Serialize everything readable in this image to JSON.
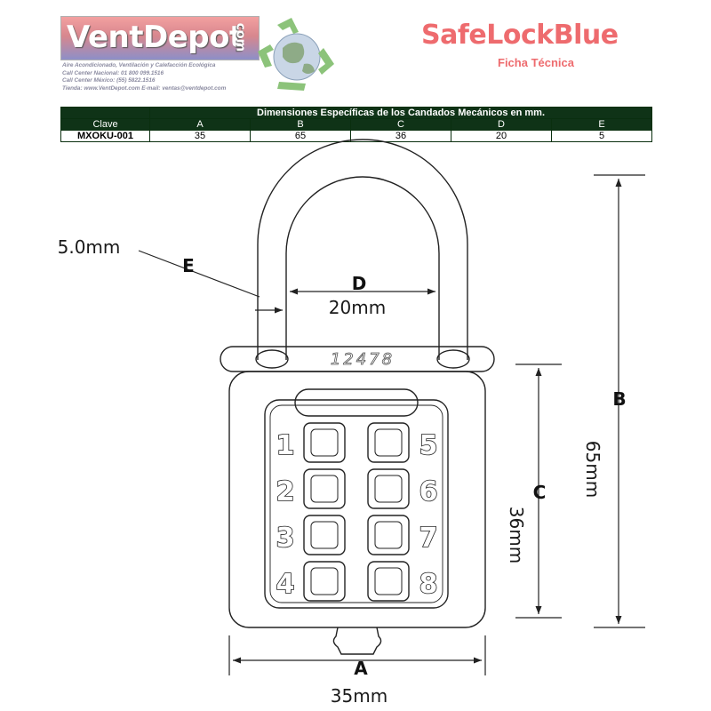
{
  "header": {
    "logo_text": "VentDepot",
    "logo_suffix": "com",
    "logo_lines": [
      "Aire Acondicionado, Ventilación y Calefacción Ecológica",
      "Call Center Nacional: 01 800 099.1516",
      "Call Center México: (55) 5822.1516",
      "Tienda: www.VentDepot.com   E-mail: ventas@ventdepot.com"
    ],
    "title": "SafeLockBlue",
    "subtitle": "Ficha Técnica"
  },
  "table": {
    "caption": "Dimensiones Específicas de los Candados Mecánicos en mm.",
    "columns": [
      "Clave",
      "A",
      "B",
      "C",
      "D",
      "E"
    ],
    "rows": [
      [
        "MXOKU-001",
        "35",
        "65",
        "36",
        "20",
        "5"
      ]
    ]
  },
  "drawing": {
    "shackle_code": "12478",
    "keys": [
      "1",
      "2",
      "3",
      "4",
      "5",
      "6",
      "7",
      "8"
    ],
    "dimensions": {
      "A": {
        "letter": "A",
        "value": "35mm"
      },
      "B": {
        "letter": "B",
        "value": "65mm"
      },
      "C": {
        "letter": "C",
        "value": "36mm"
      },
      "D": {
        "letter": "D",
        "value": "20mm"
      },
      "E": {
        "letter": "E",
        "value": "5.0mm"
      }
    }
  },
  "colors": {
    "title": "#ee6b6e",
    "table_header": "#0f3317",
    "line": "#222222"
  }
}
